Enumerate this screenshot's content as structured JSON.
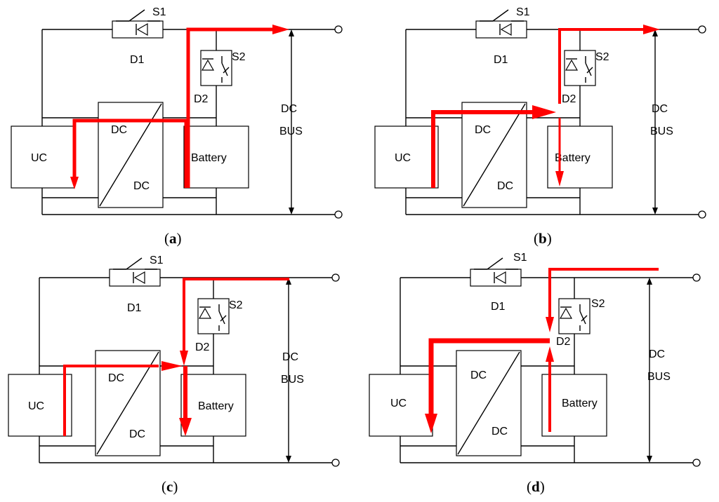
{
  "labels": {
    "s1": "S1",
    "s2": "S2",
    "d1": "D1",
    "d2": "D2",
    "dc": "DC",
    "bus": "BUS",
    "uc": "UC",
    "battery": "Battery"
  },
  "panels": [
    {
      "id": "a",
      "caption_open": "(",
      "caption_letter": "a",
      "caption_close": ")"
    },
    {
      "id": "b",
      "caption_open": "(",
      "caption_letter": "b",
      "caption_close": ")"
    },
    {
      "id": "c",
      "caption_open": "(",
      "caption_letter": "c",
      "caption_close": ")"
    },
    {
      "id": "d",
      "caption_open": "(",
      "caption_letter": "d",
      "caption_close": ")"
    }
  ],
  "colors": {
    "flow": "#ff0000",
    "wire": "#000000"
  }
}
